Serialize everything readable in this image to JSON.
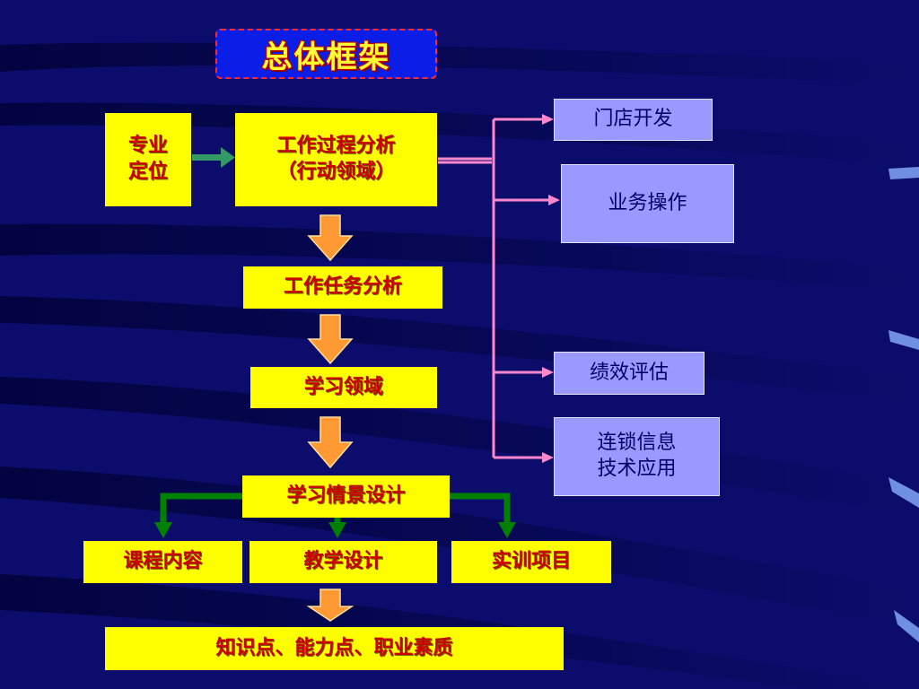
{
  "title": "总体框架",
  "nodes": {
    "positioning": "专业\n定位",
    "process_analysis": "工作过程分析\n（行动领域）",
    "task_analysis": "工作任务分析",
    "learning_domain": "学习领域",
    "scenario_design": "学习情景设计",
    "course_content": "课程内容",
    "teaching_design": "教学设计",
    "training_project": "实训项目",
    "outcomes": "知识点、能力点、职业素质"
  },
  "branches": [
    "门店开发",
    "业务操作",
    "绩效评估",
    "连锁信息\n技术应用"
  ],
  "colors": {
    "background": "#0c0c6c",
    "title_fill": "#0a1ee8",
    "title_text": "#ffff33",
    "box_yellow": "#ffff00",
    "box_text_red": "#cc0000",
    "box_lavender": "#9999ff",
    "connector_pink": "#ff88cc",
    "arrow_orange": "#ff9933",
    "arrow_green": "#008000",
    "arrow_teal": "#339966"
  }
}
